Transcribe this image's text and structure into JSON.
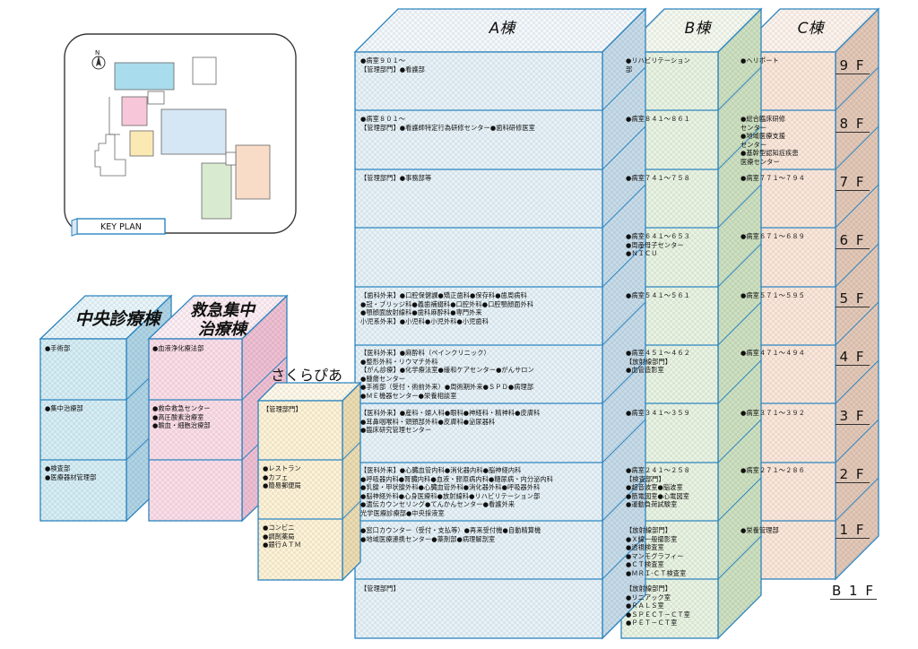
{
  "key_plan": {
    "label": "KEY PLAN",
    "north": "N"
  },
  "buildings": {
    "a": {
      "name": "A棟"
    },
    "b": {
      "name": "B棟"
    },
    "c": {
      "name": "C棟"
    },
    "central": {
      "name": "中央診療棟"
    },
    "emergency": {
      "name": "救急集中\n治療棟"
    },
    "sakura": {
      "name": "さくらぴあ"
    }
  },
  "floors": [
    "9 F",
    "8 F",
    "7 F",
    "6 F",
    "5 F",
    "4 F",
    "3 F",
    "2 F",
    "1 F",
    "B 1 F"
  ],
  "cells": {
    "a_9f": "●病室９０１～\n【管理部門】●看護部",
    "a_8f": "●病室８０１～\n【管理部門】●看護師特定行為研修センター●歯科研修医室",
    "a_7f": "【管理部門】●事務部等",
    "a_5f": "【歯科外来】●口腔保健課●矯正歯科●保存科●歯周病科\n●冠・ブリッジ科●義歯補綴科●口腔外科●口腔顎顔面外科\n●顎顔面放射線科●歯科麻酔科●専門外来\n小児系外来】●小児科●小児外科●小児歯科",
    "a_4f": "【医科外来】●麻酔科（ペインクリニック）\n●整形外科・リウマチ外科\n【がん診療】●化学療法室●緩和ケアセンター●がんサロン\n●腫瘍センター\n●手術部（受付・術前外来）●周術期外来●ＳＰＤ●病理部\n●ＭＥ機器センター●栄養相談室",
    "a_3f": "【医科外来】●産科・婦人科●眼科●神経科・精神科●皮膚科\n●耳鼻咽喉科・頭頸部外科●皮膚科●泌尿器科\n●臨床研究管理センター",
    "a_2f": "【医科外来】●心臓血管内科●消化器内科●脳神経内科\n●呼吸器内科●腎臓内科●血液・膠原病内科●糖尿病・内分泌内科\n●乳腺・甲状腺外科●心臓血管外科●消化器外科●呼吸器外科\n●脳神経外科●心身医療科●放射線科●リハビリテーション部\n●遺伝カウンセリング●てんかんセンター●看護外来\n光学医療診療部●中央採液室",
    "a_1f": "●窓口カウンター（受付・支払等）●再来受付機●自動精算機\n●地域医療連携センター●薬剤部●病理解剖室",
    "a_b1f": "【管理部門】",
    "b_9f": "●リハビリテーション\n部",
    "b_8f": "●病室８４１～８６１",
    "b_7f": "●病室７４１～７５８",
    "b_6f": "●病室６４１～６５３\n●周産母子センター\n●ＮＩＣＵ",
    "b_5f": "●病室５４１～５６１",
    "b_4f": "●病室４５１～４６２\n【放射線部門】\n●血管造影室",
    "b_3f": "●病室３４１～３５９",
    "b_2f": "●病室２４１～２５８\n【検査部門】\n●超音波室●脳波室\n●筋電図室●心電図室\n●運動負荷試験室",
    "b_1f": "【放射線部門】\n●Ｘ線一般撮影室\n●透視検査室\n●マンモグラフィー\n●ＣＴ検査室\n●ＭＲＩ-ＣＴ検査室",
    "b_b1f": "【放射線部門】\n●リニアック室\n●ＲＡＬＳ室\n●ＳＰＥＣＴ－ＣＴ室\n●ＰＥＴ－ＣＴ室",
    "c_9f": "●ヘリポート",
    "c_8f": "●総合臨床研修\nセンター\n●地域医療支援\nセンター\n●基幹型認知症疾患\n医療センター",
    "c_7f": "●病室７７１～７９４",
    "c_6f": "●病室６７１～６８９",
    "c_5f": "●病室５７１～５９５",
    "c_4f": "●病室４７１～４９４",
    "c_3f": "●病室３７１～３９２",
    "c_2f": "●病室２７１～２８６",
    "c_1f": "●栄養管理部",
    "central_3f": "●手術部",
    "central_2f": "●集中治療部",
    "central_1f": "●検査部\n●医療器材管理部",
    "emerg_3f": "●血液浄化療法部",
    "emerg_2f": "●救命救急センター\n●高圧酸素治療室\n●輸血・細胞治療部",
    "sakura_3f": "【管理部門】",
    "sakura_2f": "●レストラン\n●カフェ\n●簡易郵便局",
    "sakura_1f": "●コンビニ\n●調剤薬局\n●銀行ＡＴＭ"
  },
  "colors": {
    "a_face": "#e6f2f8",
    "a_side": "#c6dbe9",
    "a_top": "#f2f8fc",
    "b_face": "#e9f3e2",
    "b_side": "#cde0c0",
    "b_top": "#f4f9ef",
    "c_face": "#fbe7da",
    "c_side": "#e3c8b7",
    "c_top": "#fdf3ec",
    "central_face": "#d5edf5",
    "central_side": "#aed4e6",
    "central_top": "#e8f5fa",
    "emerg_face": "#fbdde8",
    "emerg_side": "#eebfd2",
    "emerg_top": "#fdeef4",
    "sakura_face": "#fdf2d6",
    "sakura_side": "#ecdcb2",
    "sakura_top": "#fff9ea",
    "outline": "#2e86c1",
    "key_blue": "#a9dcec",
    "key_pink": "#f7c6d8",
    "key_yellow": "#fbe9b4",
    "key_lightblue": "#d5e6f4",
    "key_green": "#d8ead0",
    "key_peach": "#f9dcc8"
  }
}
